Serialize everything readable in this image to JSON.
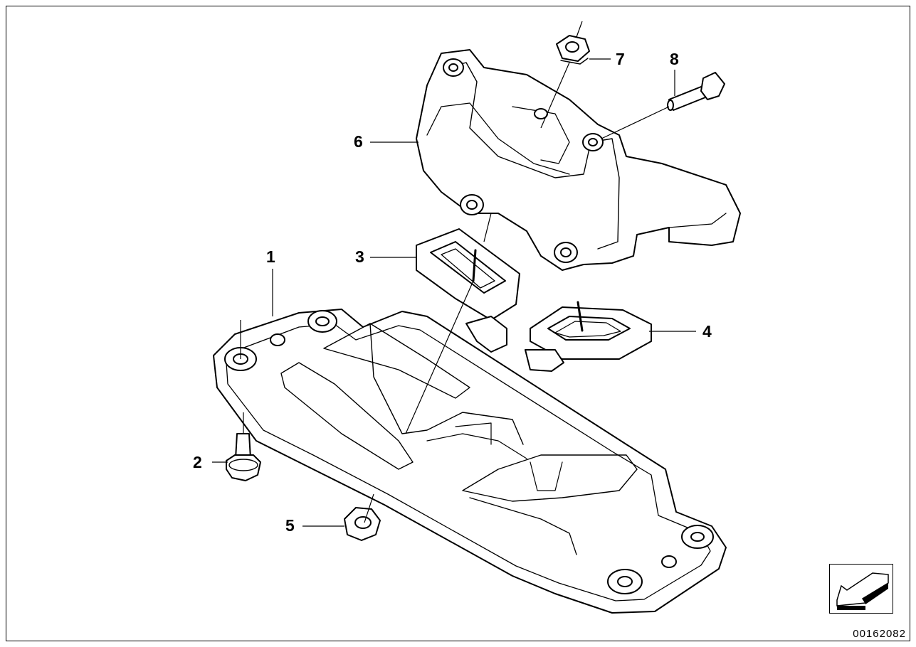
{
  "callouts": {
    "c1": "1",
    "c2": "2",
    "c3": "3",
    "c4": "4",
    "c5": "5",
    "c6": "6",
    "c7": "7",
    "c8": "8"
  },
  "reference_number": "00162082",
  "parts": [
    {
      "number": "1",
      "name": "crossmember-icon"
    },
    {
      "number": "2",
      "name": "stud-bolt-icon"
    },
    {
      "number": "3",
      "name": "rubber-mount-icon"
    },
    {
      "number": "4",
      "name": "rubber-mount-icon"
    },
    {
      "number": "5",
      "name": "hex-nut-icon"
    },
    {
      "number": "6",
      "name": "bracket-icon"
    },
    {
      "number": "7",
      "name": "hex-nut-icon"
    },
    {
      "number": "8",
      "name": "bolt-icon"
    }
  ],
  "colors": {
    "line": "#000000",
    "fill": "#ffffff"
  }
}
